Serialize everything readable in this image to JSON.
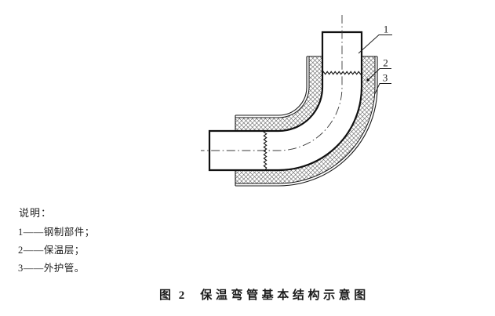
{
  "figure": {
    "description": "insulated-pipe-elbow-cross-section",
    "callouts": [
      {
        "number": "1",
        "target": "steel-pipe"
      },
      {
        "number": "2",
        "target": "insulation-layer"
      },
      {
        "number": "3",
        "target": "outer-jacket-pipe"
      }
    ]
  },
  "legend": {
    "heading": "说明：",
    "items": [
      "1——钢制部件；",
      "2——保温层；",
      "3——外护管。"
    ]
  },
  "caption": {
    "figure_label": "图 2",
    "title": "保温弯管基本结构示意图"
  },
  "colors": {
    "line": "#1a1a1a",
    "hatch": "#555555",
    "text": "#222222",
    "background": "#ffffff"
  }
}
